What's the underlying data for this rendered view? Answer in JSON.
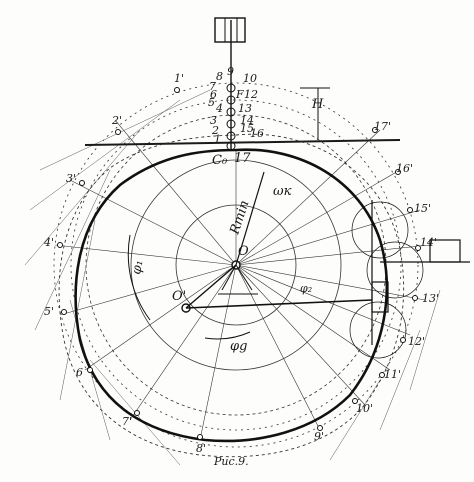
{
  "diagram": {
    "caption": "Рис.9.",
    "center_label": "O",
    "offset_center_label": "O'",
    "start_point_label": "C₀",
    "radius_label": "Rmin",
    "omega_label": "ωк",
    "phi_label": "φ₁",
    "phi2_label": "φ₂",
    "phi_g_label": "φg",
    "stroke_label": "H",
    "point_label_17": "17",
    "follower_labels": [
      "9",
      "8",
      "10",
      "7",
      "6",
      "F",
      "12",
      "5",
      "4",
      "13",
      "3",
      "14",
      "2",
      "15",
      "1",
      "16"
    ],
    "rim_labels": [
      "1'",
      "2'",
      "3'",
      "4'",
      "5'",
      "6",
      "7'",
      "8'",
      "9'",
      "10'",
      "11'",
      "12'",
      "13'",
      "14'",
      "15'",
      "16'",
      "17'"
    ],
    "colors": {
      "ink": "#1a1a1a",
      "paper": "#fdfdfb"
    }
  }
}
